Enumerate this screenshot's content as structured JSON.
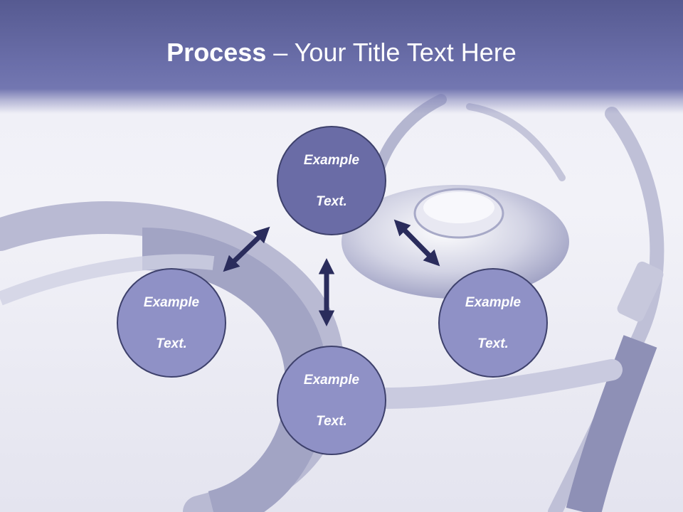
{
  "slide": {
    "title_bold": "Process",
    "title_rest": " – Your Title Text Here"
  },
  "nodes": {
    "center": {
      "line1": "Example",
      "line2": "Text."
    },
    "left": {
      "line1": "Example",
      "line2": "Text."
    },
    "right": {
      "line1": "Example",
      "line2": "Text."
    },
    "bottom": {
      "line1": "Example",
      "line2": "Text."
    }
  },
  "colors": {
    "title_bar": "#6a6ea9",
    "center_node": "#6a6ca6",
    "side_node": "#8f91c6",
    "node_border": "#3e416c",
    "arrow": "#2a2c5c"
  },
  "background": {
    "image": "stethoscope-photo"
  }
}
